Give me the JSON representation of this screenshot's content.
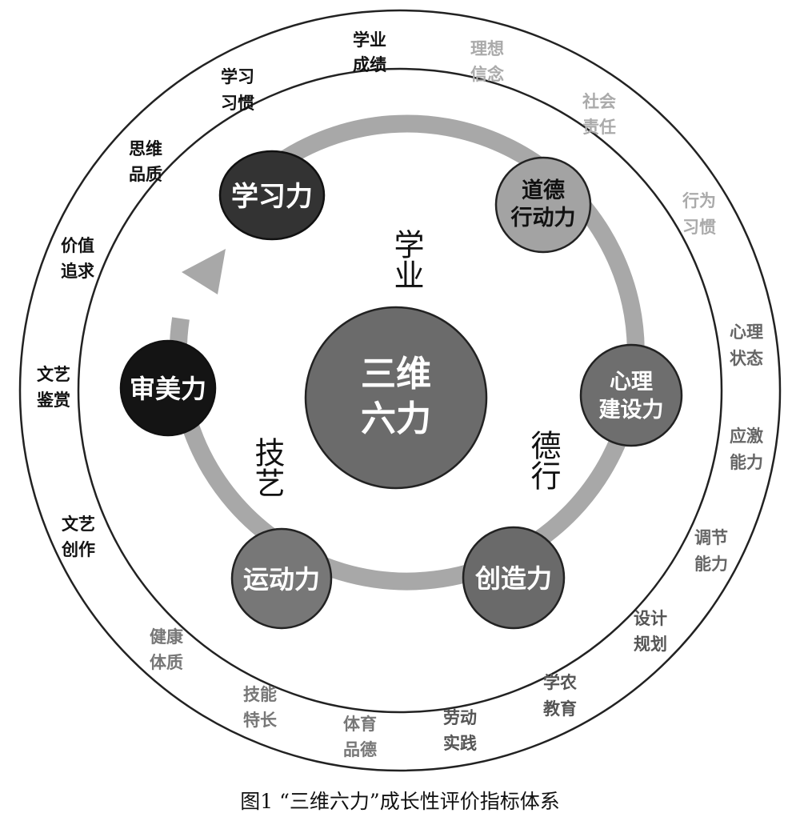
{
  "center": {
    "line1": "三维",
    "line2": "六力",
    "color": "#6b6b6b"
  },
  "domains": {
    "xueye": "学业",
    "dexing": "德行",
    "jiyi": "技艺"
  },
  "nodes": {
    "xuexili": {
      "line1": "学习力",
      "line2": "",
      "fill": "#333333",
      "text": "#ffffff"
    },
    "daode": {
      "line1": "道德",
      "line2": "行动力",
      "fill": "#a3a3a3",
      "text": "#111111"
    },
    "xinli": {
      "line1": "心理",
      "line2": "建设力",
      "fill": "#6e6e6e",
      "text": "#ffffff"
    },
    "chuangzao": {
      "line1": "创造力",
      "line2": "",
      "fill": "#6a6a6a",
      "text": "#ffffff"
    },
    "yundong": {
      "line1": "运动力",
      "line2": "",
      "fill": "#777777",
      "text": "#ffffff"
    },
    "shenmei": {
      "line1": "审美力",
      "line2": "",
      "fill": "#141414",
      "text": "#ffffff"
    }
  },
  "outer_labels": {
    "xueye_chengji": {
      "l1": "学业",
      "l2": "成绩",
      "color": "#111111"
    },
    "lixiang_xinnian": {
      "l1": "理想",
      "l2": "信念",
      "color": "#aaaaaa"
    },
    "shehui_zeren": {
      "l1": "社会",
      "l2": "责任",
      "color": "#aaaaaa"
    },
    "xingwei_xiguan": {
      "l1": "行为",
      "l2": "习惯",
      "color": "#aaaaaa"
    },
    "xinli_zhuangtai": {
      "l1": "心理",
      "l2": "状态",
      "color": "#666666"
    },
    "yingji_nengli": {
      "l1": "应激",
      "l2": "能力",
      "color": "#666666"
    },
    "tiaojie_nengli": {
      "l1": "调节",
      "l2": "能力",
      "color": "#666666"
    },
    "sheji_guihua": {
      "l1": "设计",
      "l2": "规划",
      "color": "#555555"
    },
    "xuenong_jiaoyu": {
      "l1": "学农",
      "l2": "教育",
      "color": "#555555"
    },
    "laodong_shijian": {
      "l1": "劳动",
      "l2": "实践",
      "color": "#555555"
    },
    "tiyu_pinde": {
      "l1": "体育",
      "l2": "品德",
      "color": "#777777"
    },
    "jineng_techang": {
      "l1": "技能",
      "l2": "特长",
      "color": "#777777"
    },
    "jiankang_tizhi": {
      "l1": "健康",
      "l2": "体质",
      "color": "#777777"
    },
    "wenyi_chuangzuo": {
      "l1": "文艺",
      "l2": "创作",
      "color": "#111111"
    },
    "wenyi_jianshang": {
      "l1": "文艺",
      "l2": "鉴赏",
      "color": "#111111"
    },
    "jiazhi_zhuiqiu": {
      "l1": "价值",
      "l2": "追求",
      "color": "#111111"
    },
    "siwei_pinzhi": {
      "l1": "思维",
      "l2": "品质",
      "color": "#111111"
    },
    "xuexi_xiguan": {
      "l1": "学习",
      "l2": "习惯",
      "color": "#111111"
    }
  },
  "caption": "图1 “三维六力”成长性评价指标体系"
}
